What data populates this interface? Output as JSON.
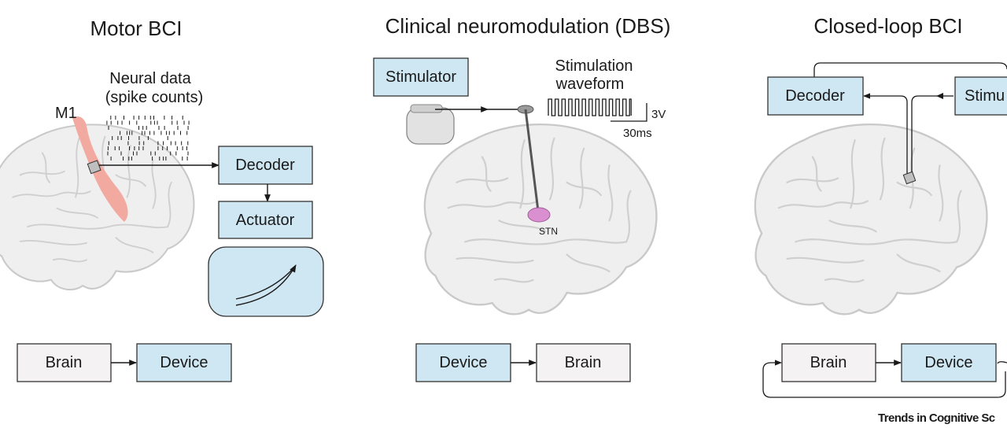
{
  "panels": {
    "motor_bci": {
      "title": "Motor BCI",
      "neural_data_line1": "Neural data",
      "neural_data_line2": "(spike counts)",
      "region_label": "M1",
      "decoder": "Decoder",
      "actuator": "Actuator",
      "flow_from": "Brain",
      "flow_to": "Device"
    },
    "dbs": {
      "title": "Clinical neuromodulation (DBS)",
      "stimulator": "Stimulator",
      "waveform_line1": "Stimulation",
      "waveform_line2": "waveform",
      "voltage": "3V",
      "duration": "30ms",
      "target_label": "STN",
      "flow_from": "Device",
      "flow_to": "Brain"
    },
    "closed_loop": {
      "title": "Closed-loop BCI",
      "decoder": "Decoder",
      "stimulator": "Stimu",
      "flow_from": "Brain",
      "flow_to": "Device"
    }
  },
  "footer": "Trends in Cognitive Sc",
  "colors": {
    "box_blue": "#cfe7f2",
    "box_gray": "#f4f2f2",
    "m1_strip": "#f2a9a0",
    "stn": "#d98fd0"
  }
}
